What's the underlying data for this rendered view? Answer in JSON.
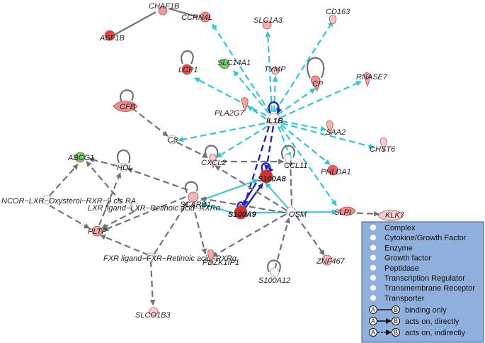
{
  "nodes": [
    {
      "id": "CHAF1B",
      "label": "CHAF1B",
      "color": "#ec9a9a"
    },
    {
      "id": "ASF1B",
      "label": "ASF1B",
      "color": "#e04848"
    },
    {
      "id": "CCRN4L",
      "label": "CCRN4L",
      "color": "#ec8a8a"
    },
    {
      "id": "SLC1A3",
      "label": "SLC1A3",
      "color": "#f2b0b0"
    },
    {
      "id": "CD163",
      "label": "CD163",
      "color": "#f4c4c4"
    },
    {
      "id": "SLC14A1",
      "label": "SLC14A1",
      "color": "#6ed06e"
    },
    {
      "id": "TYMP",
      "label": "TYMP",
      "color": "#f4c0c0"
    },
    {
      "id": "LCP1",
      "label": "LCP1",
      "color": "#e05050"
    },
    {
      "id": "CP",
      "label": "CP",
      "color": "#ec9090"
    },
    {
      "id": "RNASE7",
      "label": "RNASE7",
      "color": "#f0a8a8"
    },
    {
      "id": "CFB",
      "label": "CFB",
      "color": "#ec8c8c"
    },
    {
      "id": "PLA2G7",
      "label": "PLA2G7",
      "color": "#f0a4a4"
    },
    {
      "id": "IL1B",
      "label": "IL1B",
      "color": "#ffffff"
    },
    {
      "id": "SAA2",
      "label": "SAA2",
      "color": "#f2b4b4"
    },
    {
      "id": "C8",
      "label": "C8",
      "color": "#ffffff"
    },
    {
      "id": "CHST6",
      "label": "CHST6",
      "color": "#f6d0d0"
    },
    {
      "id": "ABCG1",
      "label": "ABCG1",
      "color": "#6ed06e"
    },
    {
      "id": "HDL",
      "label": "HDL",
      "color": "#ffffff"
    },
    {
      "id": "CXCL2",
      "label": "CXCL2",
      "color": "#f6d4d4"
    },
    {
      "id": "CCL11",
      "label": "CCL11",
      "color": "#ffffff"
    },
    {
      "id": "S100A8",
      "label": "S100A8",
      "color": "#d83030"
    },
    {
      "id": "PHLDA1",
      "label": "PHLDA1",
      "color": "#e86060"
    },
    {
      "id": "NCOR",
      "label": "NCOR−LXR−Oxysterol−RXR−9 cis RA",
      "color": "#ffffff"
    },
    {
      "id": "LXRL",
      "label": "LXR ligand−LXR−Retinoic acid−RXRα",
      "color": "#ffffff"
    },
    {
      "id": "SCARB1",
      "label": "SCARB1",
      "color": "#f2b8b8"
    },
    {
      "id": "S100A9",
      "label": "S100A9",
      "color": "#d83030"
    },
    {
      "id": "OSM",
      "label": "OSM",
      "color": "#ffffff"
    },
    {
      "id": "SLPI",
      "label": "SLPI",
      "color": "#f08a8a"
    },
    {
      "id": "KLK7",
      "label": "KLK7",
      "color": "#f6d0d0"
    },
    {
      "id": "PLTP",
      "label": "PLTP",
      "color": "#f0a4a4"
    },
    {
      "id": "FXR",
      "label": "FXR ligand−FXR−Retinoic acid−RXRα",
      "color": "#ffffff"
    },
    {
      "id": "PDZK1IP1",
      "label": "PDZK1IP1",
      "color": "#f0a8a8"
    },
    {
      "id": "ZNF467",
      "label": "ZNF467",
      "color": "#f4bcbc"
    },
    {
      "id": "S100A12",
      "label": "S100A12",
      "color": "#ffffff"
    },
    {
      "id": "SLCO1B3",
      "label": "SLCO1B3",
      "color": "#f6d0d0"
    }
  ],
  "edge_colors": {
    "direct": "#2222cc",
    "indirect_cyan": "#2ec8d8",
    "gray": "#737373"
  },
  "legend": {
    "items": [
      {
        "icon": "complex-icon",
        "label": "Complex"
      },
      {
        "icon": "cytokine-growth-factor-icon",
        "label": "Cytokine/Growth Factor"
      },
      {
        "icon": "enzyme-icon",
        "label": "Enzyme"
      },
      {
        "icon": "growth-factor-icon",
        "label": "Growth factor"
      },
      {
        "icon": "peptidase-icon",
        "label": "Peptidase"
      },
      {
        "icon": "transcription-regulator-icon",
        "label": "Transcription Regulator"
      },
      {
        "icon": "transmembrane-receptor-icon",
        "label": "Transmembrane Receptor"
      },
      {
        "icon": "transporter-icon",
        "label": "Transporter"
      }
    ],
    "edges": [
      {
        "a": "A",
        "b": "B",
        "label": "binding only"
      },
      {
        "a": "A",
        "b": "B",
        "label": "acts on, directly"
      },
      {
        "a": "A",
        "b": "B",
        "label": "acts on, indirectly"
      }
    ],
    "background": "#8fb0dc"
  }
}
